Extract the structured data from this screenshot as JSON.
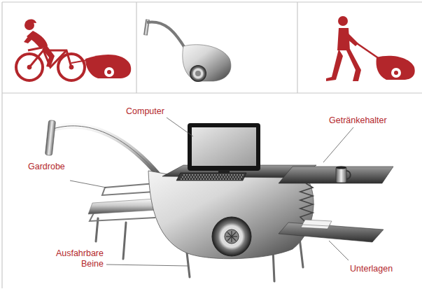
{
  "diagram": {
    "labels": [
      "Computer",
      "Getränkehalter",
      "Gardrobe",
      "Ausfahrbare Beine",
      "Unterlagen"
    ]
  }
}
